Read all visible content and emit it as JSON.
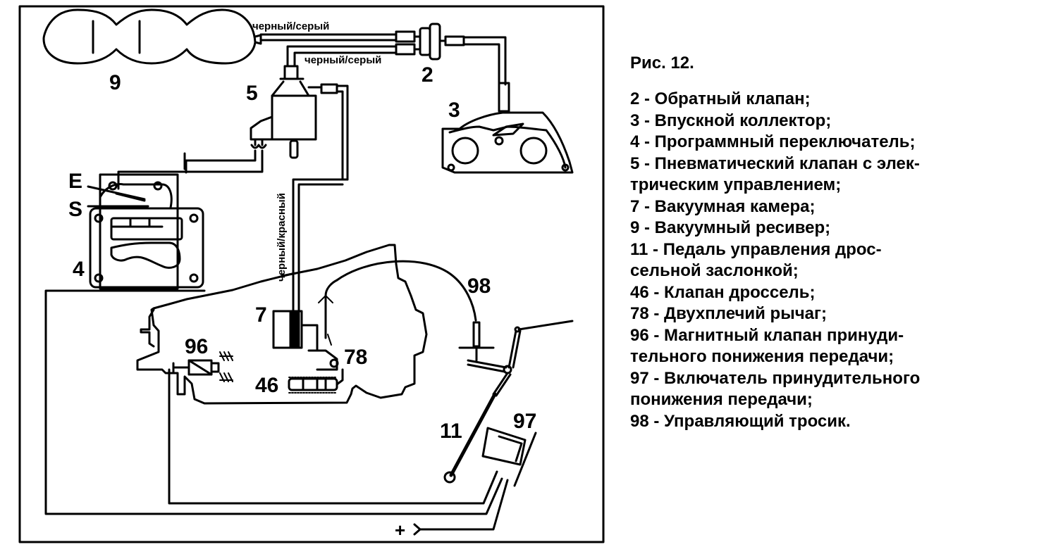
{
  "figure": {
    "caption": "Рис. 12.",
    "legend": [
      {
        "num": "2",
        "text": "2 - Обратный клапан;"
      },
      {
        "num": "3",
        "text": "3 - Впускной коллектор;"
      },
      {
        "num": "4",
        "text": "4 - Программный переключатель;"
      },
      {
        "num": "5",
        "text": "5 - Пневматический клапан с элек-\nтрическим управлением;"
      },
      {
        "num": "7",
        "text": "7 - Вакуумная камера;"
      },
      {
        "num": "9",
        "text": "9 - Вакуумный ресивер;"
      },
      {
        "num": "11",
        "text": "11 - Педаль управления дрос-\nсельной заслонкой;"
      },
      {
        "num": "46",
        "text": "46 - Клапан дроссель;"
      },
      {
        "num": "78",
        "text": "78 - Двухплечий рычаг;"
      },
      {
        "num": "96",
        "text": "96 - Магнитный клапан принуди-\nтельного понижения передачи;"
      },
      {
        "num": "97",
        "text": "97 - Включатель принудительного\nпонижения передачи;"
      },
      {
        "num": "98",
        "text": "98 - Управляющий тросик."
      }
    ]
  },
  "diagram": {
    "callouts": {
      "n9": "9",
      "n5": "5",
      "n2": "2",
      "n3": "3",
      "nE": "E",
      "nS": "S",
      "n4": "4",
      "n7": "7",
      "n96": "96",
      "n46": "46",
      "n78": "78",
      "n98": "98",
      "n11": "11",
      "n97": "97"
    },
    "wire_labels": {
      "top": "черный/серый",
      "middle": "черный/серый",
      "vertical": "черный/красный"
    },
    "power_terminal": "+"
  }
}
